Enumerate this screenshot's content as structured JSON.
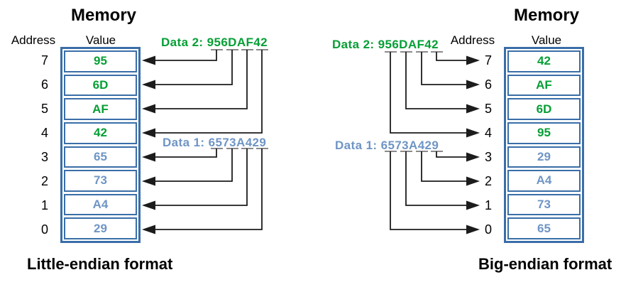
{
  "colors": {
    "table_border": "#3a6ea8",
    "data2_green": "#069f35",
    "data1_blue": "#6f95c5",
    "line": "#1c1c1c",
    "tick": "#8a8a8a",
    "text": "#000000",
    "bg": "#ffffff"
  },
  "left": {
    "title": "Memory",
    "address_header": "Address",
    "value_header": "Value",
    "data2_label": "Data 2: 956DAF42",
    "data1_label": "Data 1: 6573A429",
    "caption": "Little-endian format",
    "rows": [
      {
        "address": "7",
        "value": "95",
        "group": "data2"
      },
      {
        "address": "6",
        "value": "6D",
        "group": "data2"
      },
      {
        "address": "5",
        "value": "AF",
        "group": "data2"
      },
      {
        "address": "4",
        "value": "42",
        "group": "data2"
      },
      {
        "address": "3",
        "value": "65",
        "group": "data1"
      },
      {
        "address": "2",
        "value": "73",
        "group": "data1"
      },
      {
        "address": "1",
        "value": "A4",
        "group": "data1"
      },
      {
        "address": "0",
        "value": "29",
        "group": "data1"
      }
    ]
  },
  "right": {
    "title": "Memory",
    "address_header": "Address",
    "value_header": "Value",
    "data2_label": "Data 2: 956DAF42",
    "data1_label": "Data 1: 6573A429",
    "caption": "Big-endian format",
    "rows": [
      {
        "address": "7",
        "value": "42",
        "group": "data2"
      },
      {
        "address": "6",
        "value": "AF",
        "group": "data2"
      },
      {
        "address": "5",
        "value": "6D",
        "group": "data2"
      },
      {
        "address": "4",
        "value": "95",
        "group": "data2"
      },
      {
        "address": "3",
        "value": "29",
        "group": "data1"
      },
      {
        "address": "2",
        "value": "A4",
        "group": "data1"
      },
      {
        "address": "1",
        "value": "73",
        "group": "data1"
      },
      {
        "address": "0",
        "value": "65",
        "group": "data1"
      }
    ]
  }
}
